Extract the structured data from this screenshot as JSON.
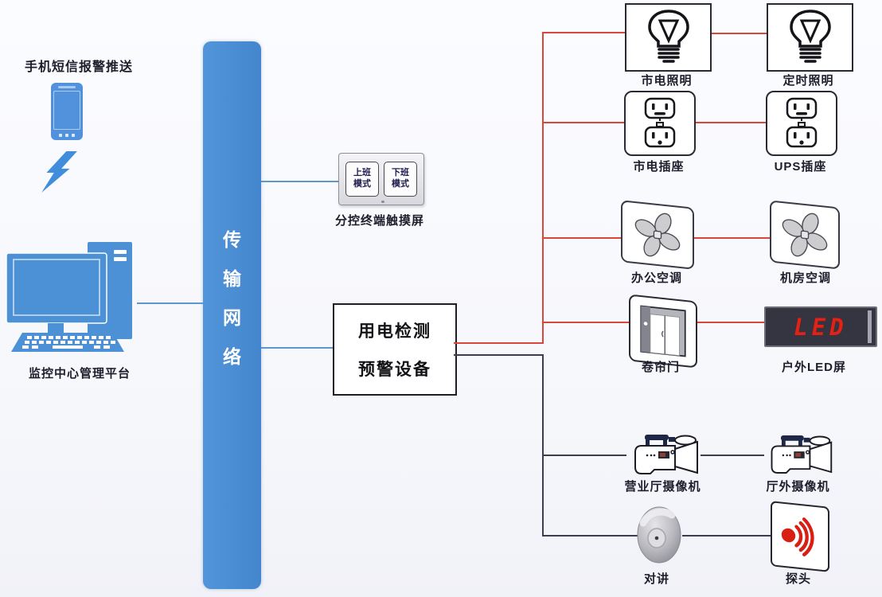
{
  "colors": {
    "accent_blue": "#4a90d2",
    "line_blue": "#5e97cf",
    "line_red": "#d9473c",
    "line_dark": "#3d3d52",
    "led_red": "#e02318"
  },
  "left_column": {
    "sms_title": "手机短信报警推送",
    "platform_label": "监控中心管理平台"
  },
  "network_bar": {
    "label": "传输网络",
    "chars": [
      "传",
      "输",
      "网",
      "络"
    ]
  },
  "touch_panel": {
    "label": "分控终端触摸屏",
    "buttons": [
      {
        "line1": "上班",
        "line2": "模式"
      },
      {
        "line1": "下班",
        "line2": "模式"
      }
    ]
  },
  "main_box": {
    "line1": "用电检测",
    "line2": "预警设备"
  },
  "devices": {
    "mains_light": "市电照明",
    "timed_light": "定时照明",
    "mains_socket": "市电插座",
    "ups_socket": "UPS插座",
    "office_ac": "办公空调",
    "server_room_ac": "机房空调",
    "roller_door": "卷帘门",
    "outdoor_led": "户外LED屏",
    "led_text": "LED",
    "hall_camera": "营业厅摄像机",
    "outside_camera": "厅外摄像机",
    "intercom": "对讲",
    "probe": "探头"
  }
}
